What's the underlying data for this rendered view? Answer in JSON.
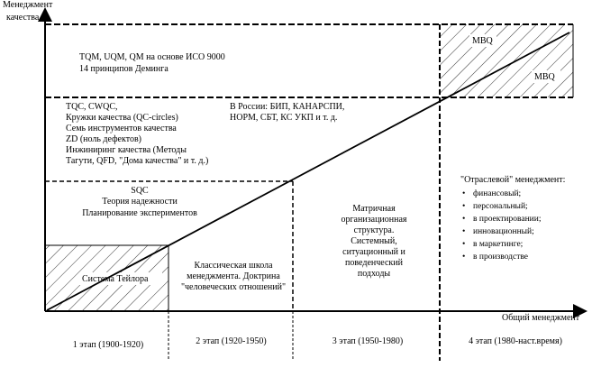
{
  "axes": {
    "y_label_line1": "Менеджмент",
    "y_label_line2": "качества",
    "x_label": "Общий менеджмент"
  },
  "stages": [
    "1 этап (1900-1920)",
    "2 этап (1920-1950)",
    "3 этап (1950-1980)",
    "4 этап (1980-наст.время)"
  ],
  "tqm_block": {
    "line1": "TQM, UQM, QM на основе ИСО 9000",
    "line2": "14 принципов Деминга"
  },
  "mbq": {
    "label_upper": "MBQ",
    "label_lower": "MBQ"
  },
  "tqc_block": {
    "lines": [
      "TQC, CWQC,",
      "Кружки качества (QC-circles)",
      "Семь инструментов качества",
      "ZD (ноль дефектов)",
      "Инжиниринг качества (Методы",
      "Тагути, QFD, \"Дома качества\" и т. д.)"
    ]
  },
  "russia_block": {
    "line1": "В России: БИП, КАНАРСПИ,",
    "line2": "НОРМ, СБТ, КС УКП и т. д."
  },
  "sqc_block": {
    "line1": "SQC",
    "line2": "Теория надежности",
    "line3": "Планирование экспериментов"
  },
  "taylor_label": "Система Тейлора",
  "classic_block": {
    "lines": [
      "Классическая школа",
      "менеджмента. Доктрина",
      "\"человеческих отношений\""
    ]
  },
  "matrix_block": {
    "lines": [
      "Матричная",
      "организационная",
      "структура.",
      "Системный,",
      "ситуационный и",
      "поведенческий",
      "подходы"
    ]
  },
  "sector_block": {
    "title": "\"Отраслевой\" менеджмент:",
    "items": [
      "финансовый;",
      "персональный;",
      "в проектировании;",
      "инновационный;",
      "в маркетинге;",
      "в производстве"
    ]
  }
}
